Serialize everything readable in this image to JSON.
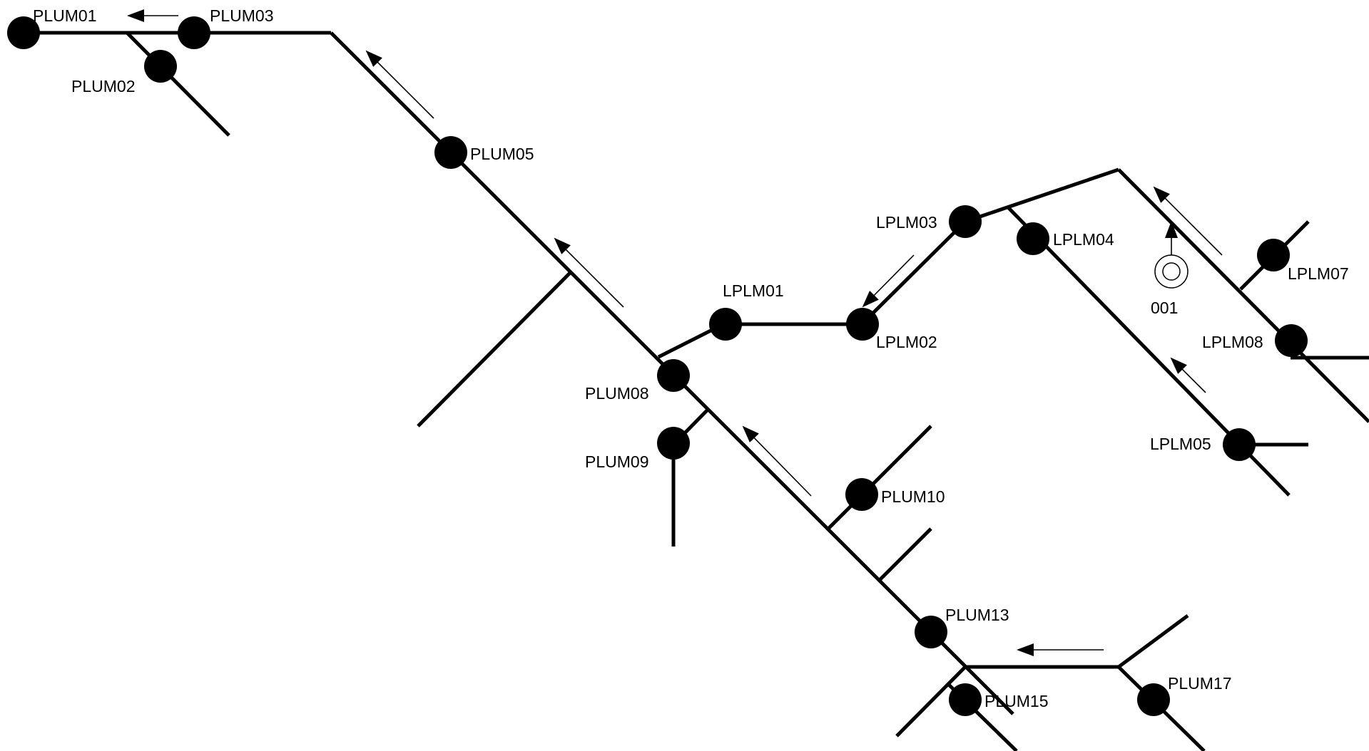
{
  "diagram": {
    "colors": {
      "pipe": "#000000",
      "node": "#000000",
      "label": "#000000",
      "background": "#ffffff"
    },
    "nodes": {
      "plum01": "PLUM01",
      "plum02": "PLUM02",
      "plum03": "PLUM03",
      "plum05": "PLUM05",
      "plum08": "PLUM08",
      "plum09": "PLUM09",
      "plum10": "PLUM10",
      "plum13": "PLUM13",
      "plum15": "PLUM15",
      "plum17": "PLUM17",
      "lplm01": "LPLM01",
      "lplm02": "LPLM02",
      "lplm03": "LPLM03",
      "lplm04": "LPLM04",
      "lplm05": "LPLM05",
      "lplm07": "LPLM07",
      "lplm08": "LPLM08"
    },
    "sensor": {
      "label": "001",
      "icon": "concentric-circle-sensor-icon"
    },
    "flow_arrow_icon": "flow-direction-arrow-icon"
  }
}
